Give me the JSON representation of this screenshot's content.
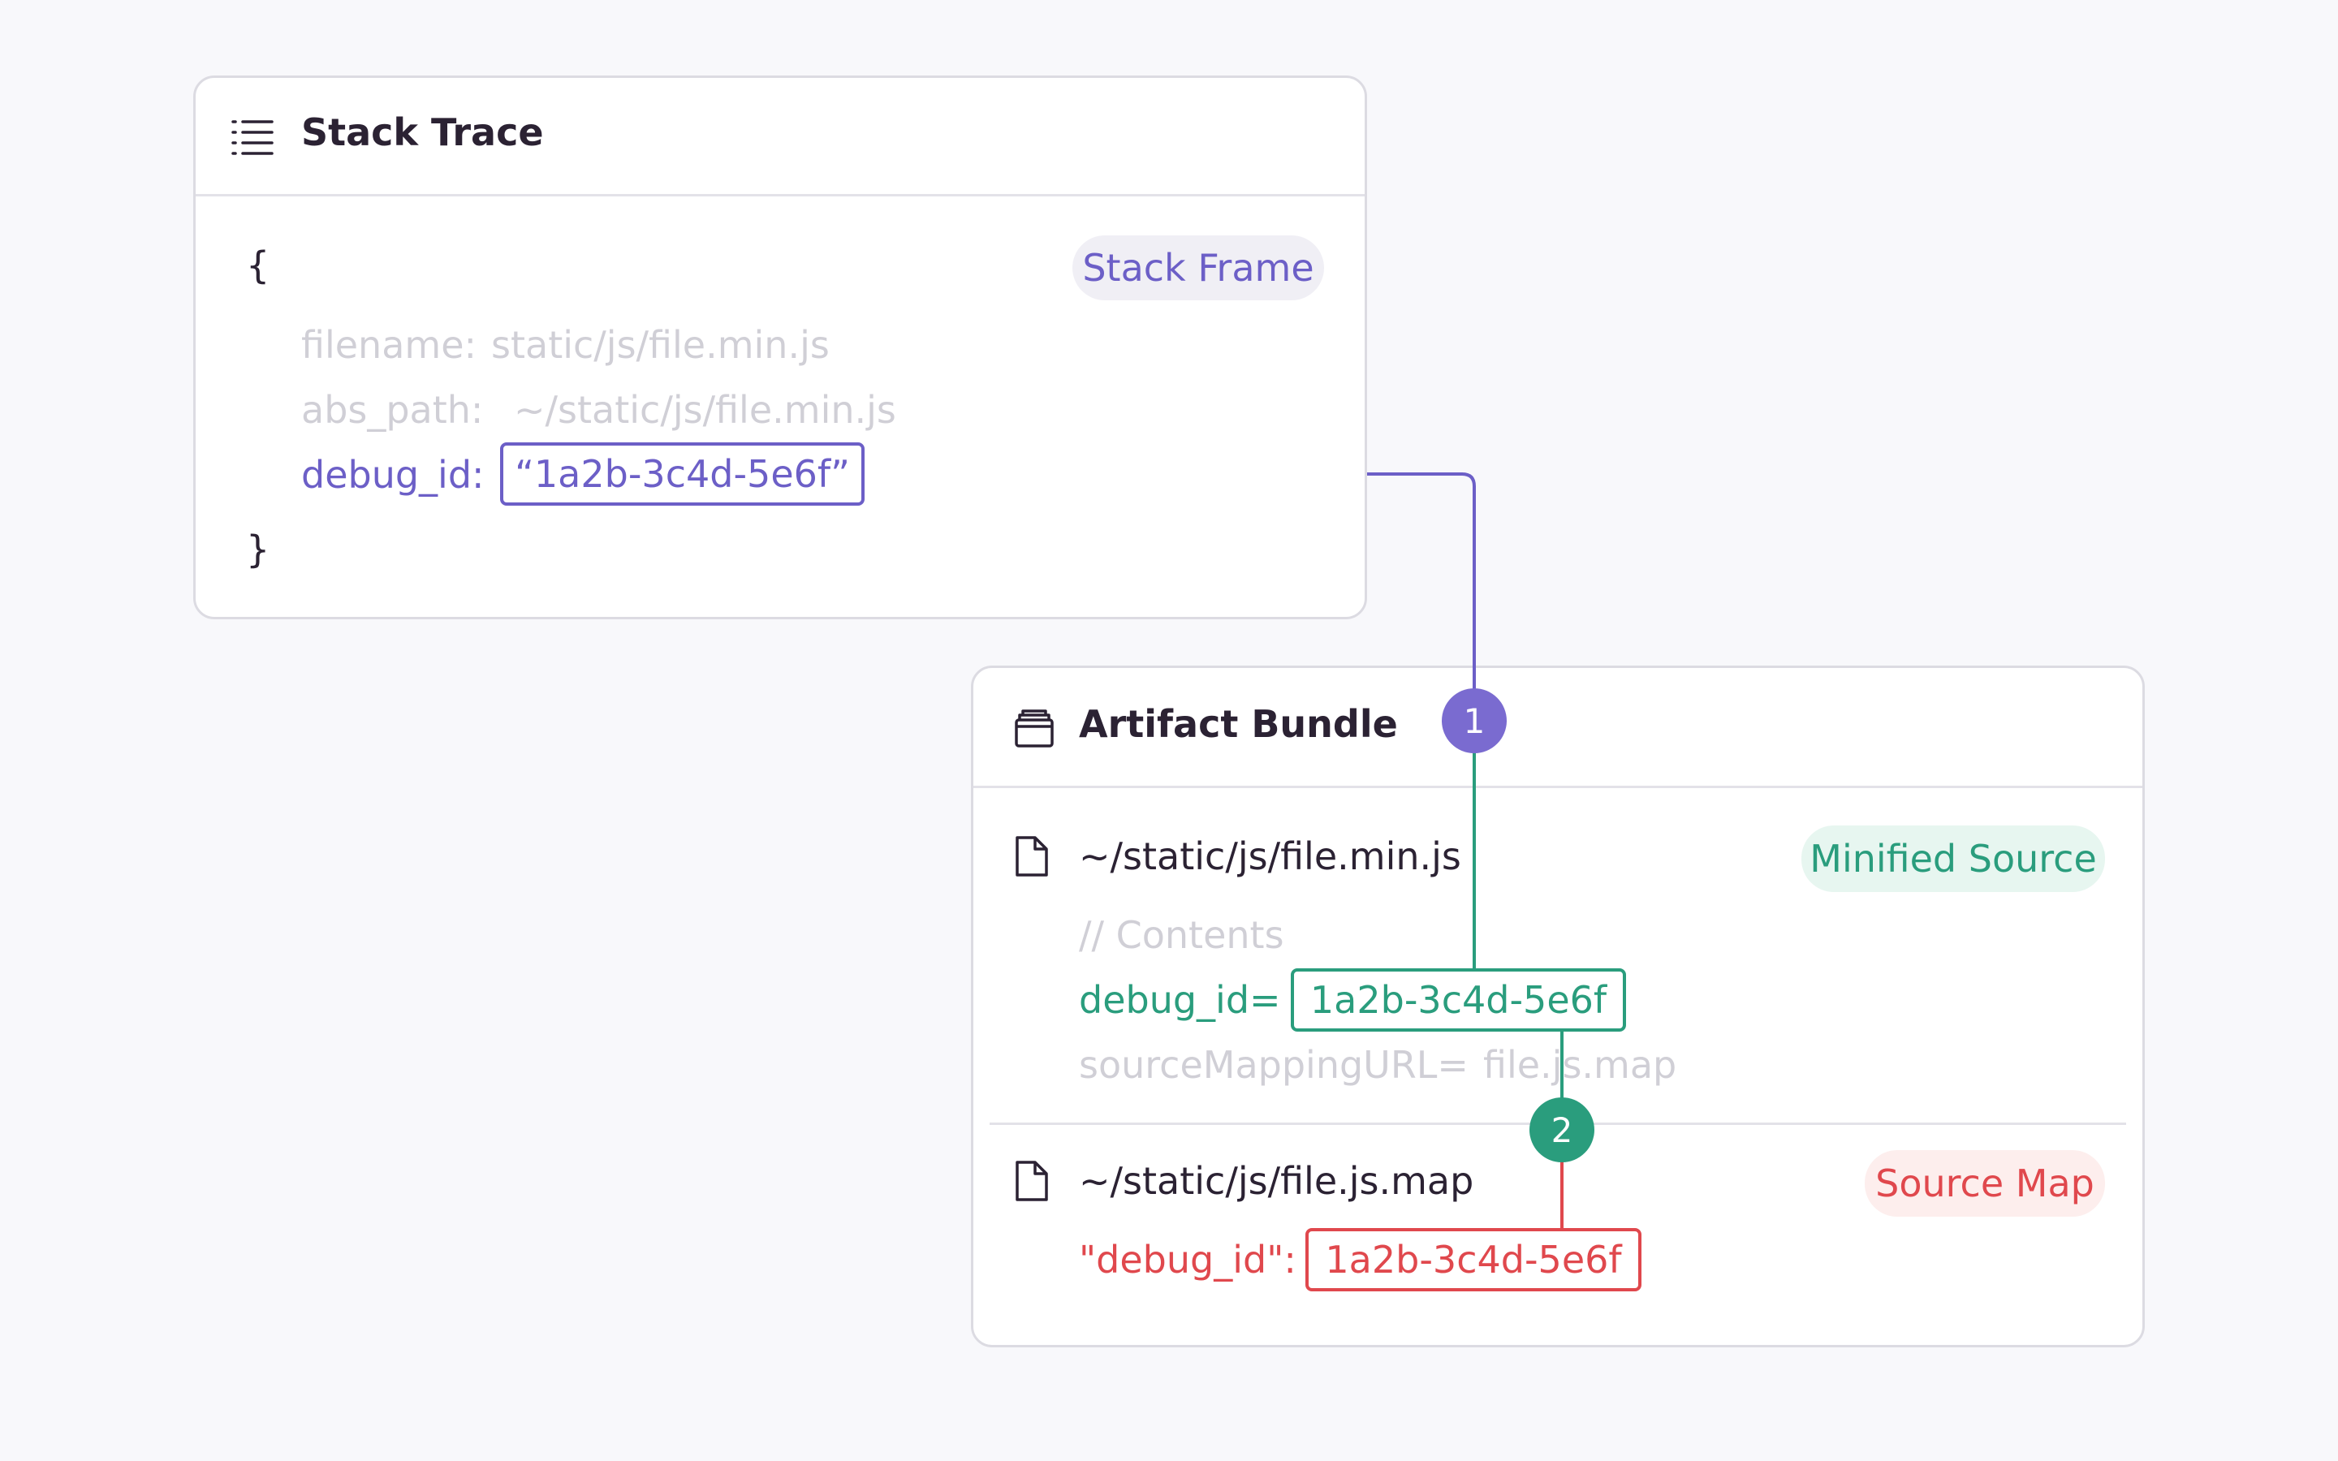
{
  "stack_trace": {
    "title": "Stack Trace",
    "tag": "Stack Frame",
    "open_brace": "{",
    "close_brace": "}",
    "filename_key": "filename:",
    "filename_value": "static/js/file.min.js",
    "abs_path_key": "abs_path:",
    "abs_path_value": "~/static/js/file.min.js",
    "debug_id_key": "debug_id:",
    "debug_id_value": "“1a2b-3c4d-5e6f”"
  },
  "artifact_bundle": {
    "title": "Artifact Bundle",
    "minified": {
      "path": "~/static/js/file.min.js",
      "tag": "Minified Source",
      "comment": "// Contents",
      "debug_id_key": "debug_id=",
      "debug_id_value": "1a2b-3c4d-5e6f",
      "source_mapping_key": "sourceMappingURL=",
      "source_mapping_value": "file.js.map"
    },
    "source_map": {
      "path": "~/static/js/file.js.map",
      "tag": "Source Map",
      "debug_id_key": "\"debug_id\":",
      "debug_id_value": "1a2b-3c4d-5e6f"
    }
  },
  "steps": [
    "1",
    "2"
  ],
  "colors": {
    "purple": "#6c5fc7",
    "green": "#2a9d7d",
    "red": "#e0484d",
    "muted": "#d0cfd6",
    "border": "#dcdbe2"
  },
  "icons": [
    "list-icon",
    "archive-box-icon",
    "file-icon"
  ]
}
